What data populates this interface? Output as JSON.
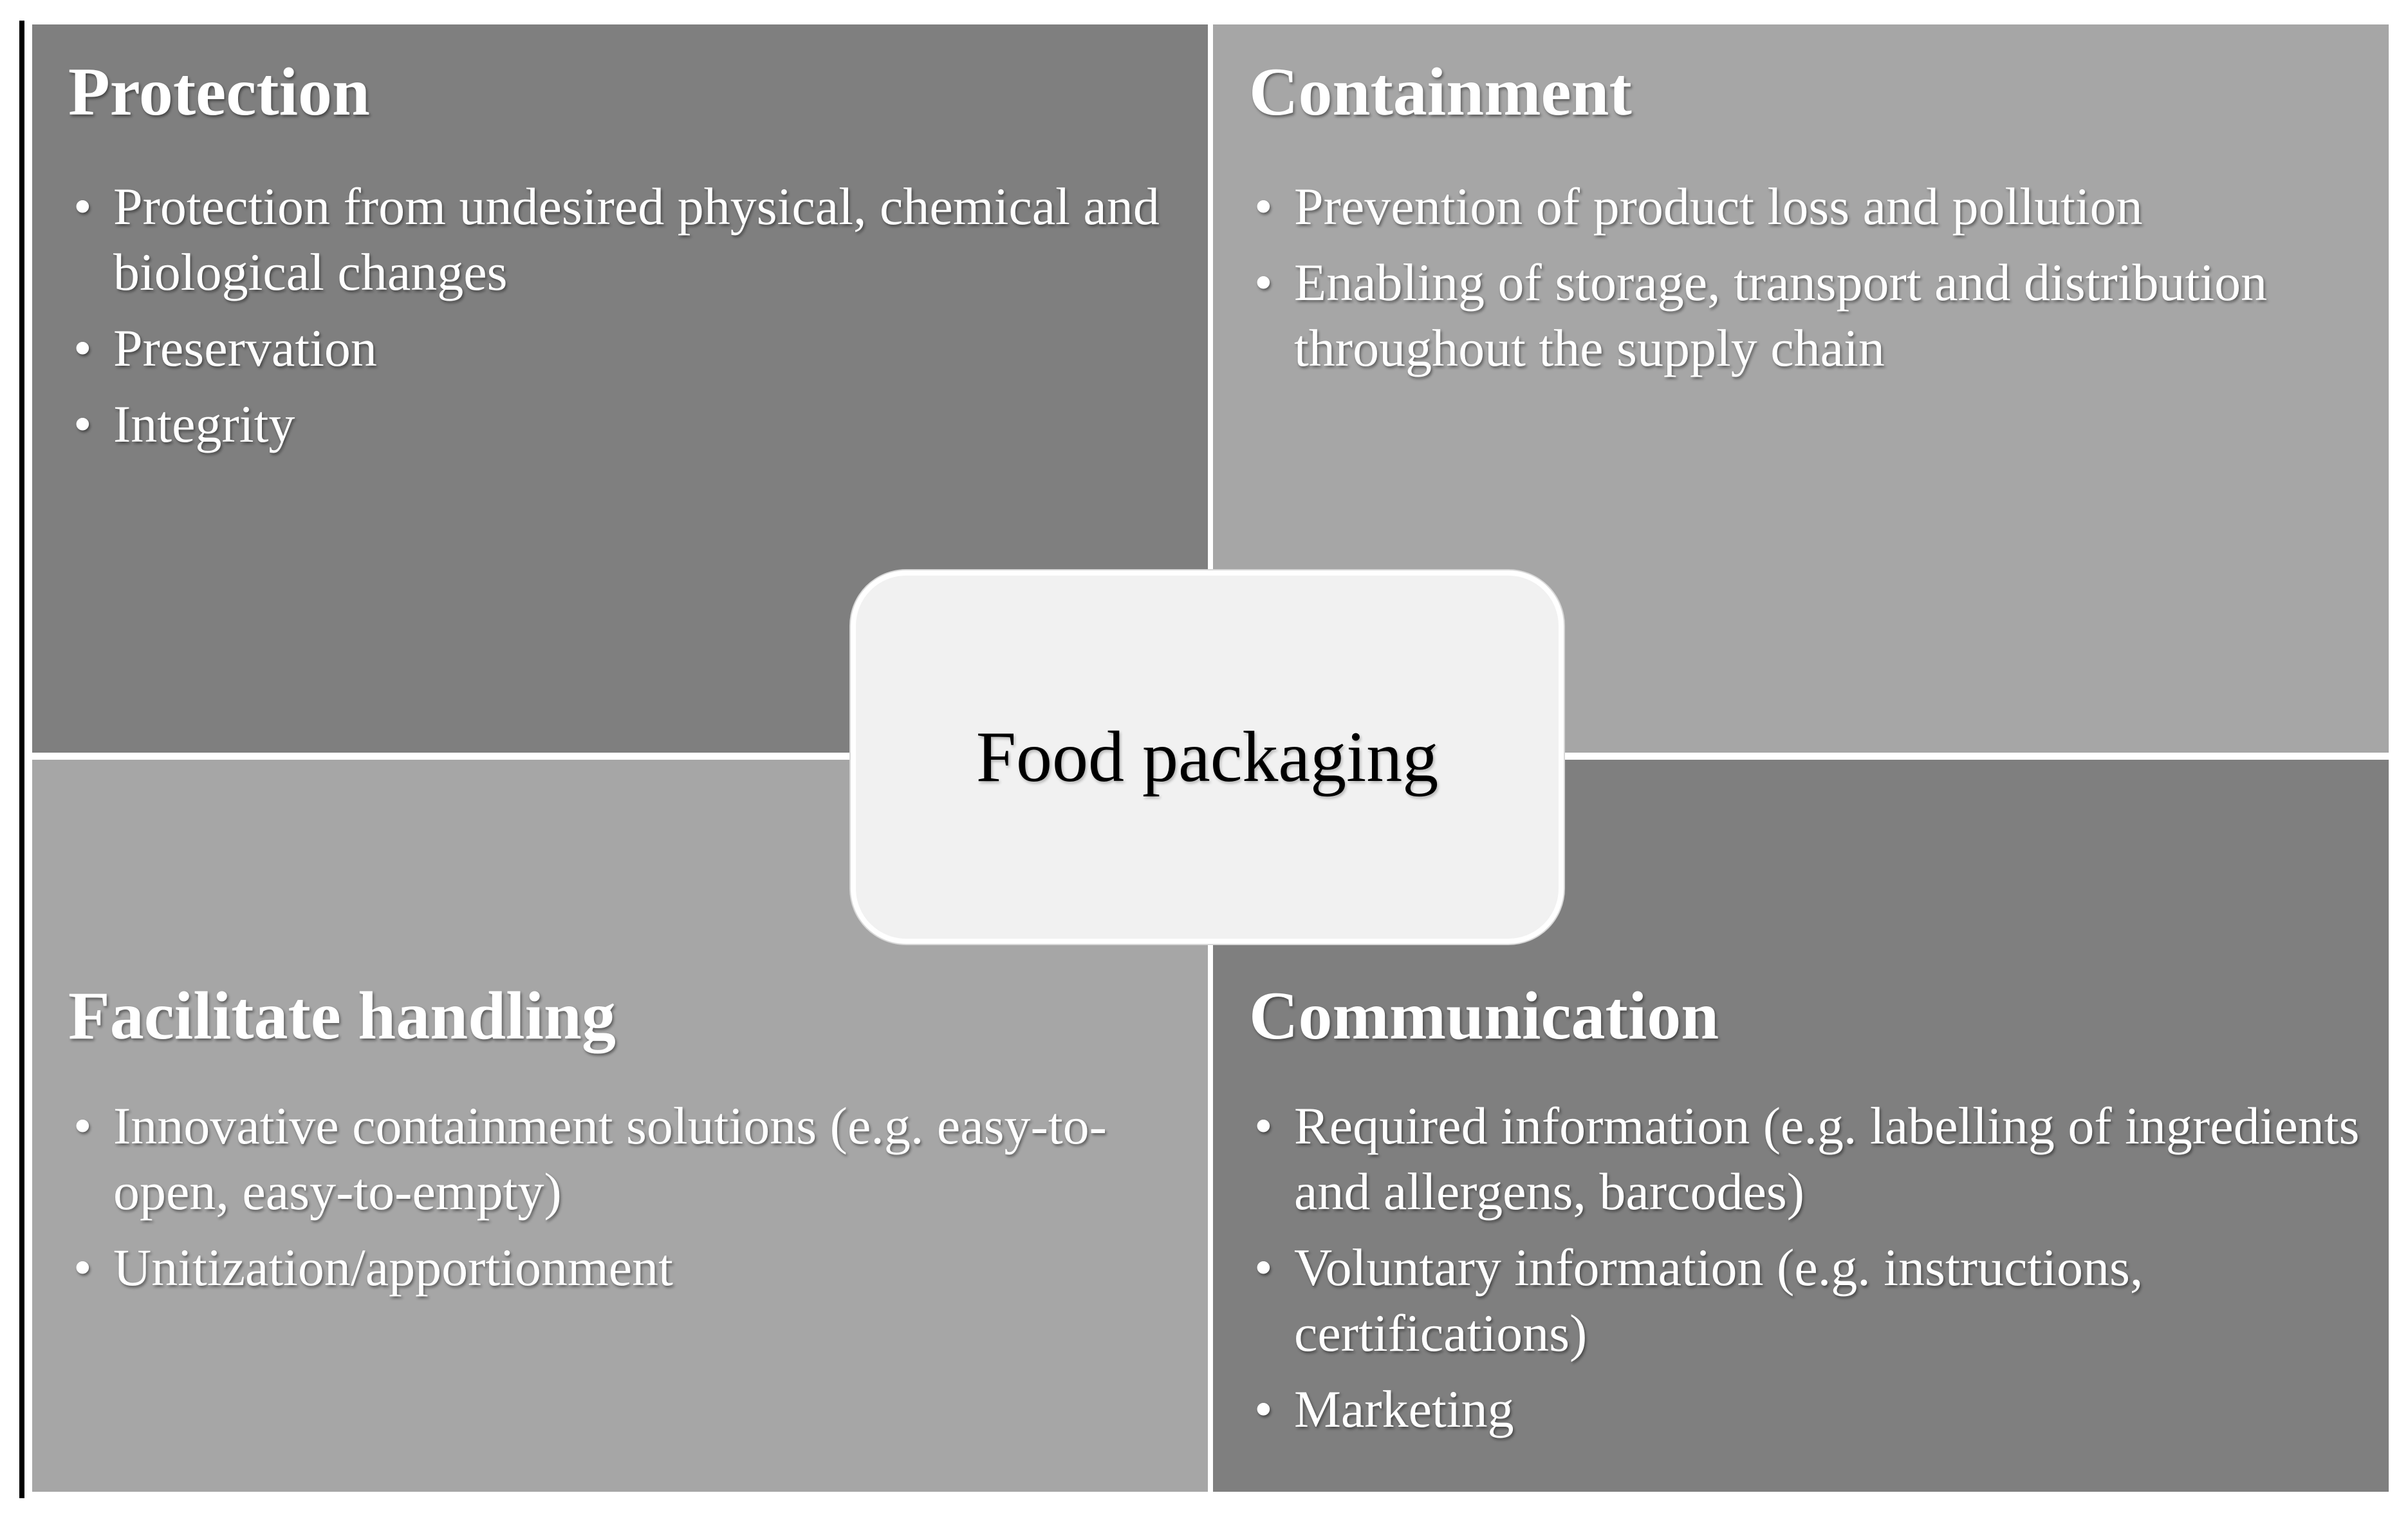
{
  "colors": {
    "dark_quadrant": "#7f7f7f",
    "light_quadrant": "#a6a6a6",
    "center_fill": "#f1f1f1",
    "text_on_quadrant": "#ffffff",
    "center_text": "#000000"
  },
  "center": {
    "label": "Food packaging"
  },
  "quadrants": {
    "top_left": {
      "title": "Protection",
      "items": [
        "Protection from undesired physical, chemical and biological changes",
        "Preservation",
        "Integrity"
      ]
    },
    "top_right": {
      "title": "Containment",
      "items": [
        "Prevention of product loss and pollution",
        "Enabling of storage, transport and distribution throughout the supply chain"
      ]
    },
    "bottom_left": {
      "title": "Facilitate handling",
      "items": [
        "Innovative containment solutions (e.g. easy-to-open, easy-to-empty)",
        "Unitization/apportionment"
      ]
    },
    "bottom_right": {
      "title": "Communication",
      "items": [
        "Required information (e.g. labelling of ingredients and allergens, barcodes)",
        "Voluntary information (e.g. instructions, certifications)",
        "Marketing"
      ]
    }
  }
}
